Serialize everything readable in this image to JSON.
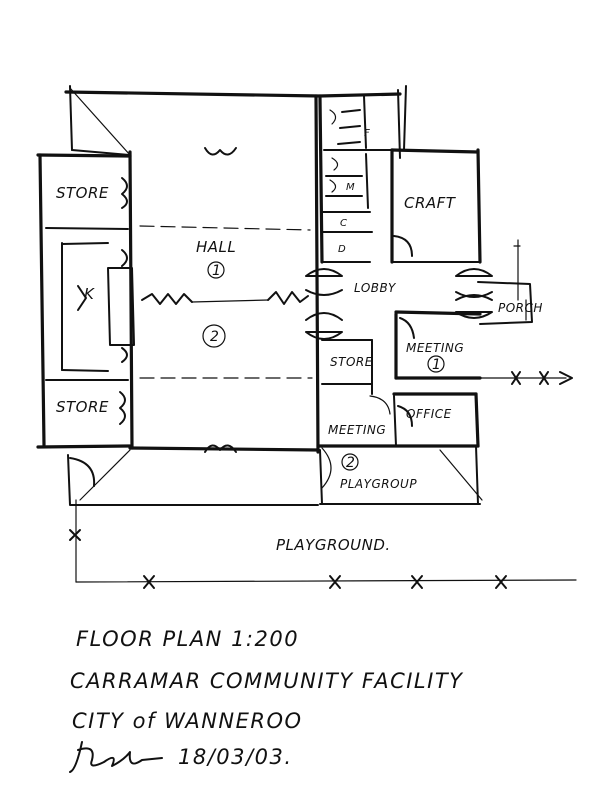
{
  "rooms": {
    "store_top": "STORE",
    "store_bottom": "STORE",
    "hall": "HALL",
    "hall_1": "1",
    "hall_2": "2",
    "craft": "CRAFT",
    "lobby": "LOBBY",
    "porch": "PORCH",
    "meeting_1_label": "MEETING",
    "meeting_1_num": "1",
    "store_small": "STORE",
    "office": "OFFICE",
    "meeting_2_label": "MEETING",
    "meeting_2_num": "2",
    "playgroup": "PLAYGROUP",
    "playground": "PLAYGROUND.",
    "wc_f": "F",
    "wc_m": "M",
    "wc_c": "C",
    "wc_d": "D",
    "k": "K"
  },
  "title_block": {
    "line1": "FLOOR PLAN   1:200",
    "line2": "CARRAMAR COMMUNITY FACILITY",
    "line3": "CITY of WANNEROO",
    "date": "18/03/03."
  }
}
